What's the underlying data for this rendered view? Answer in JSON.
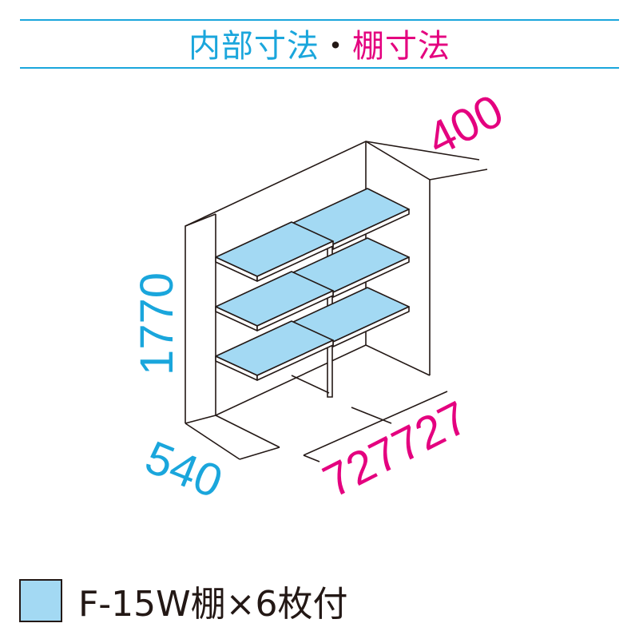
{
  "header": {
    "title_part1": "内部寸法",
    "separator": "・",
    "title_part2": "棚寸法"
  },
  "dimensions": {
    "height": "1770",
    "depth": "540",
    "shelf_depth": "400",
    "shelf_widths": "727727"
  },
  "legend": {
    "label": "F-15W棚×6枚付"
  },
  "colors": {
    "cyan": "#1aa6dc",
    "magenta": "#e4007f",
    "shelf": "#a3d9f3",
    "line": "#231815"
  }
}
